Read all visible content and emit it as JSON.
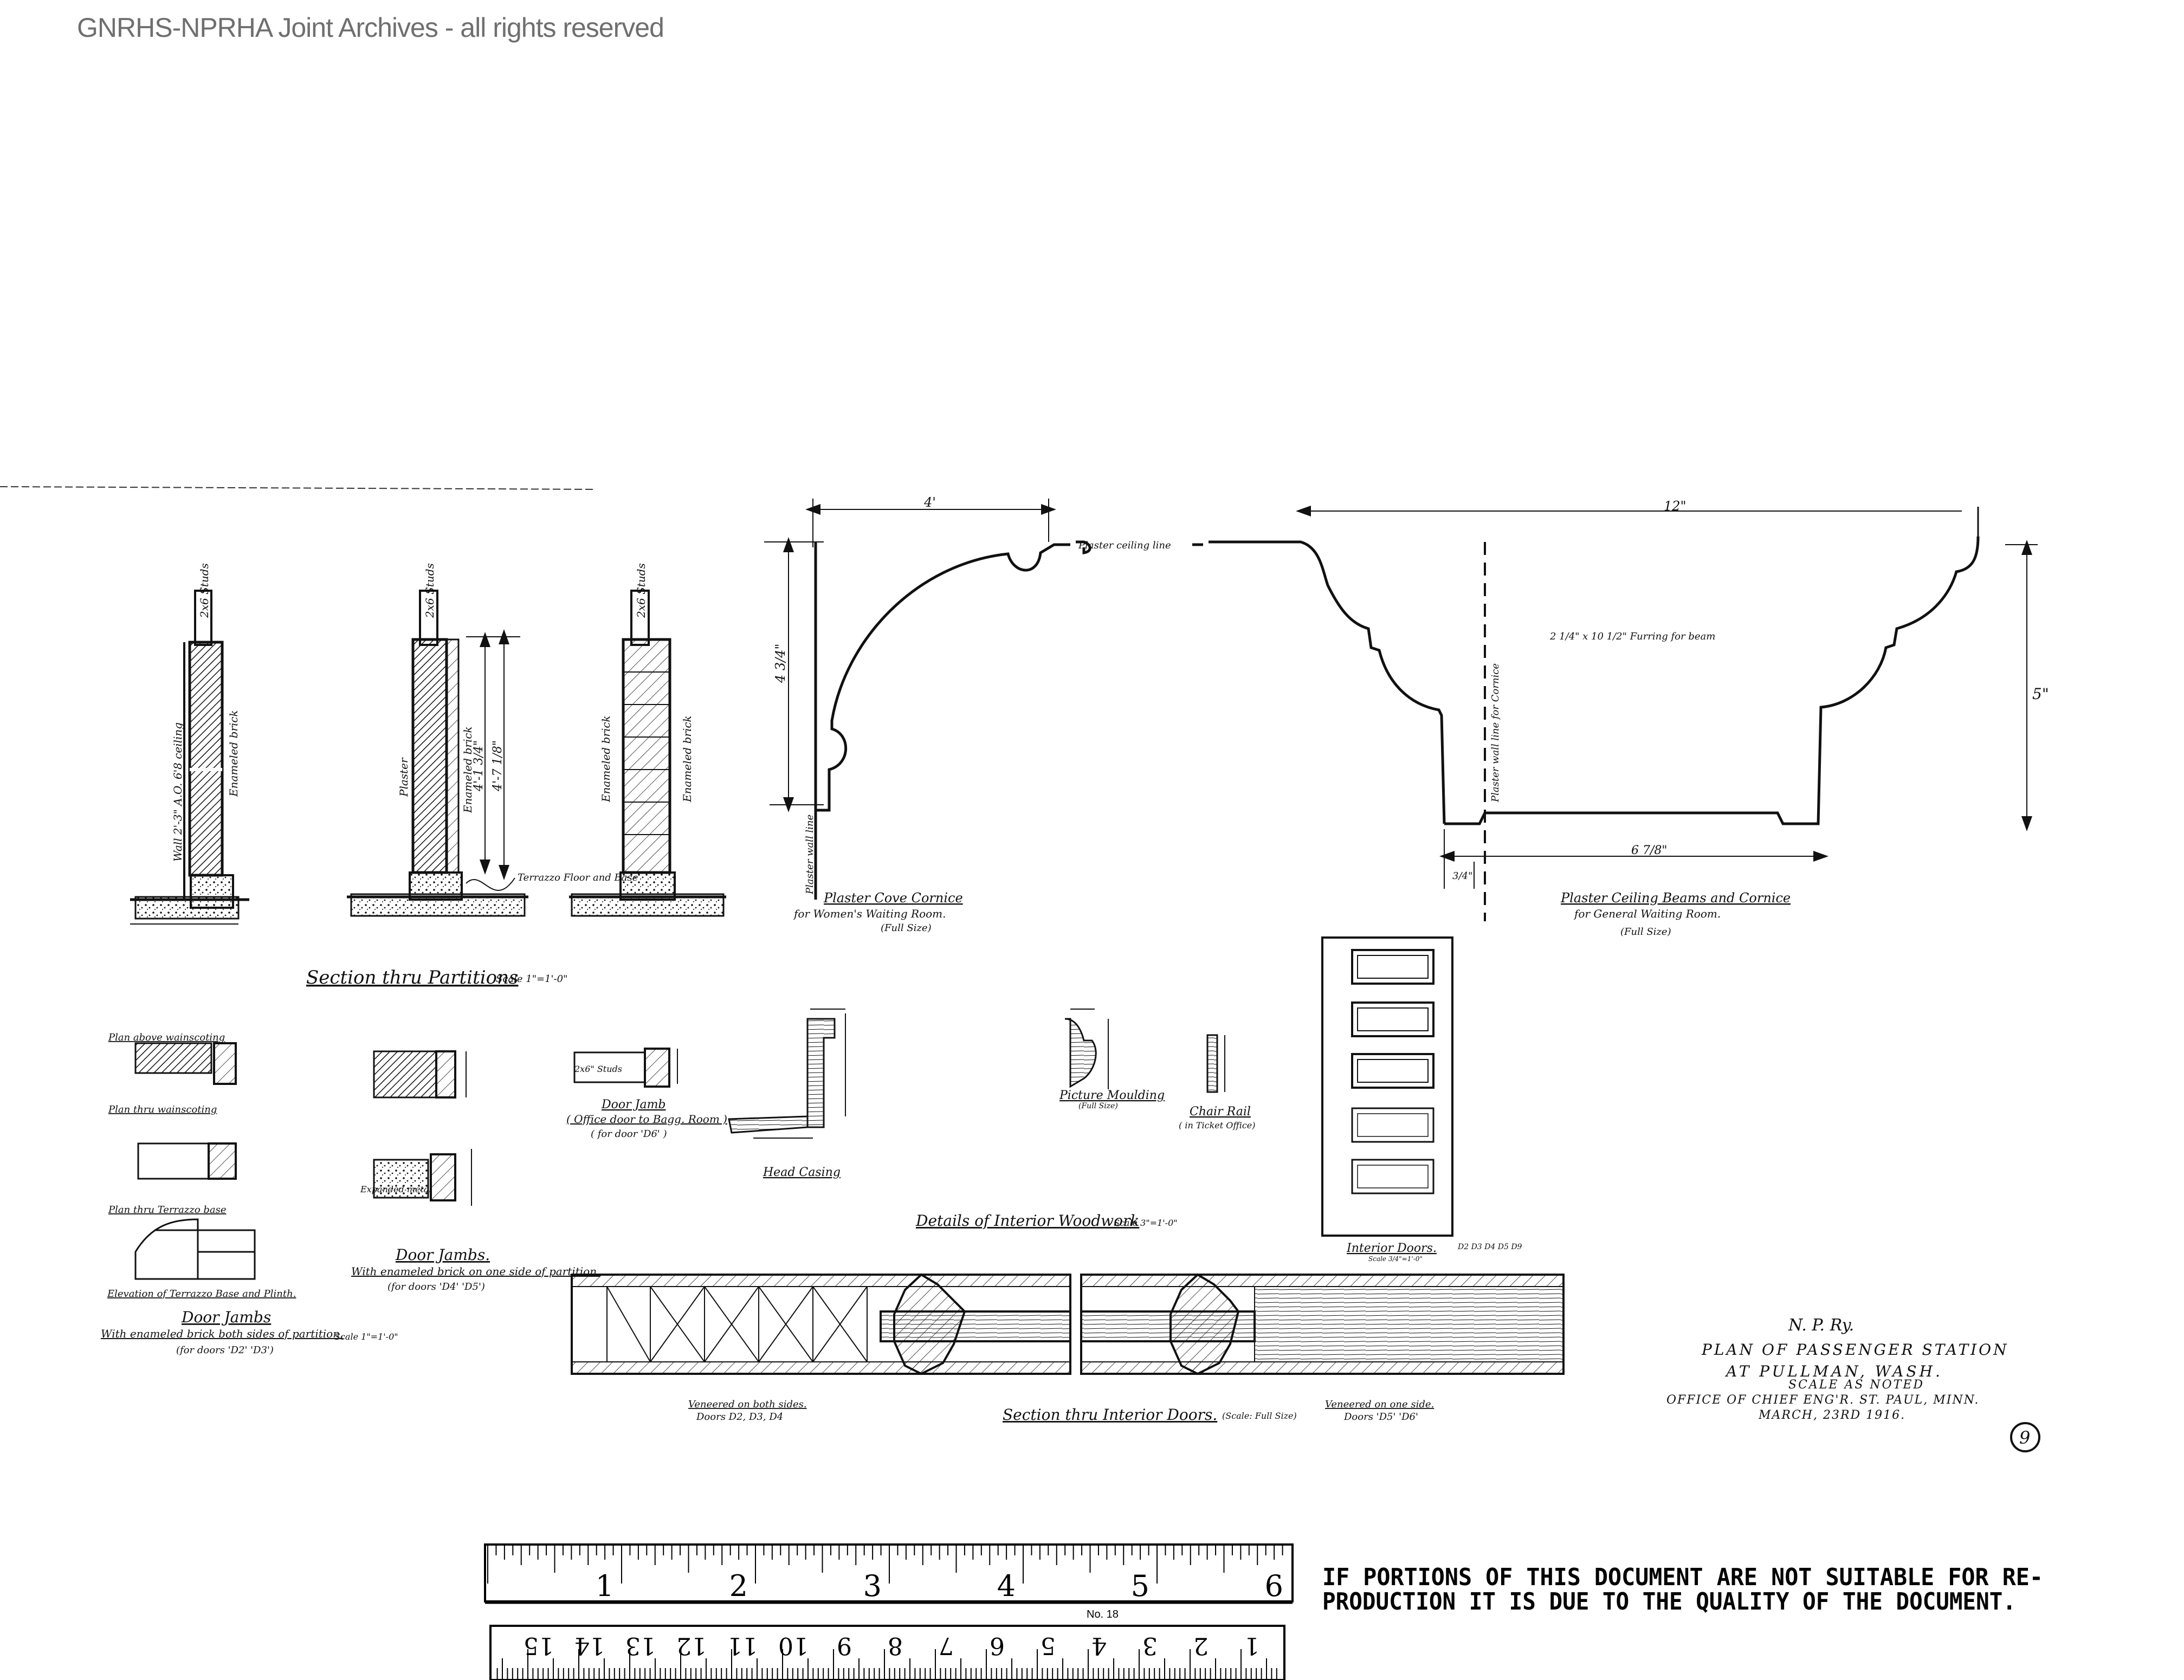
{
  "watermark": "GNRHS-NPRHA Joint Archives - all rights reserved",
  "partitions": {
    "title": "Section thru Partitions",
    "scale": "Scale 1\"=1'-0\"",
    "labels": {
      "studs1": "2x6 Studs",
      "studs2": "2x6 Studs",
      "studs3": "2x6 Studs",
      "ceiling": "Wall 2'-3\" A.O. 6'8 ceiling",
      "enamel1": "Enameled brick",
      "plaster": "Plaster",
      "enamel2": "Enameled brick",
      "height1": "4'-1 3/4\"",
      "height2": "4'-7 1/8\"",
      "enamel3": "Enameled brick",
      "enamel4": "Enameled brick",
      "terrazzo": "Terrazzo Floor and Base"
    }
  },
  "cornice": {
    "dim_width": "4'",
    "dim_height": "4 3/4\"",
    "ceiling_line": "Plaster ceiling line",
    "wall_line": "Plaster wall line",
    "title": "Plaster Cove Cornice",
    "subtitle": "for Women's Waiting Room.",
    "size": "(Full Size)"
  },
  "beams": {
    "dim_width": "12\"",
    "dim_height": "5\"",
    "furring": "2 1/4\" x 10 1/2\" Furring for beam",
    "wall_line": "Plaster wall line for Cornice",
    "dim_bottom": "6 7/8\"",
    "dim_left": "3/4\"",
    "title": "Plaster Ceiling Beams and Cornice",
    "subtitle": "for General Waiting Room.",
    "size": "(Full Size)"
  },
  "door_jambs_a": {
    "plan_above": "Plan above wainscoting",
    "plan_thru": "Plan thru wainscoting",
    "plan_terrazzo": "Plan thru Terrazzo base",
    "elevation": "Elevation of Terrazzo Base and Plinth.",
    "title": "Door Jambs",
    "subtitle": "With enameled brick both sides of partition.",
    "doors": "(for doors 'D2' 'D3')",
    "scale": "Scale 1\"=1'-0\""
  },
  "door_jambs_b": {
    "title": "Door Jambs.",
    "subtitle": "With enameled brick on one side of partition.",
    "doors": "(for doors 'D4' 'D5')",
    "expanded": "Expanded metal"
  },
  "door_jamb_c": {
    "studs": "2x6\" Studs",
    "title": "Door Jamb",
    "subtitle": "( Office door to Bagg. Room )",
    "doors": "( for door 'D6' )"
  },
  "woodwork": {
    "head_casing": "Head Casing",
    "picture_moulding": "Picture Moulding",
    "picture_size": "(Full Size)",
    "chair_rail": "Chair Rail",
    "chair_loc": "( in Ticket Office)",
    "title": "Details of Interior Woodwork",
    "scale": "Scale 3\"=1'-0\""
  },
  "interior_doors": {
    "title": "Interior Doors.",
    "codes": "D2 D3 D4 D5 D9",
    "scale": "Scale 3/4\"=1'-0\""
  },
  "door_section": {
    "veneer_both": "Veneered on both sides.",
    "doors_both": "Doors D2, D3, D4",
    "title": "Section thru Interior Doors.",
    "scale": "(Scale: Full Size)",
    "veneer_one": "Veneered on one side.",
    "doors_one": "Doors 'D5' 'D6'"
  },
  "title_block": {
    "line1": "N. P. Ry.",
    "line2": "PLAN OF PASSENGER STATION",
    "line3": "AT PULLMAN, WASH.",
    "line4": "SCALE AS NOTED",
    "line5": "OFFICE OF CHIEF ENG'R. ST. PAUL, MINN.",
    "line6": "MARCH, 23RD 1916.",
    "sheet": "9"
  },
  "ruler": {
    "inches": [
      "1",
      "2",
      "3",
      "4",
      "5",
      "6"
    ],
    "cm": [
      "1",
      "2",
      "3",
      "4",
      "5",
      "6",
      "7",
      "8",
      "9",
      "10",
      "11",
      "12",
      "13",
      "14",
      "15"
    ],
    "model": "No. 18"
  },
  "notice": {
    "line1": "IF PORTIONS OF THIS DOCUMENT ARE NOT SUITABLE FOR RE-",
    "line2": "PRODUCTION IT IS DUE TO THE QUALITY OF THE DOCUMENT."
  },
  "colors": {
    "ink": "#111111",
    "brick": "#3a3a3a",
    "watermark": "#6f6f6f",
    "ruler": "#000000"
  }
}
